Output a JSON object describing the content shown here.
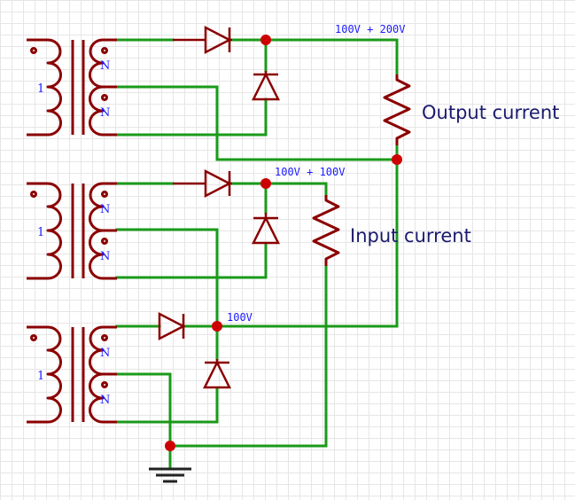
{
  "labels": {
    "net_top": "100V + 200V",
    "net_mid": "100V + 100V",
    "net_bot": "100V",
    "output_current": "Output current",
    "input_current": "Input current"
  },
  "transformers": [
    {
      "ratio": "1",
      "secondary_upper": "N",
      "secondary_lower": "N"
    },
    {
      "ratio": "1",
      "secondary_upper": "N",
      "secondary_lower": "N"
    },
    {
      "ratio": "1",
      "secondary_upper": "N",
      "secondary_lower": "N"
    }
  ],
  "colors": {
    "wire": "#1a9a1a",
    "component": "#8b0000",
    "node": "#cc0000",
    "label": "#1a1aff",
    "grid": "#e6e6e6"
  }
}
